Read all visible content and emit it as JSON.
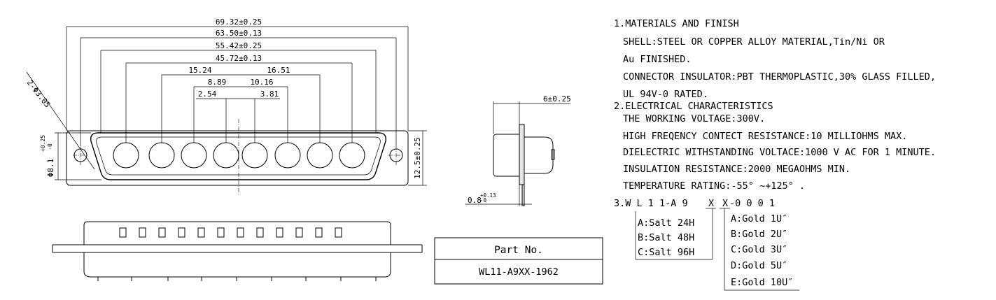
{
  "front_view": {
    "dims": {
      "overall": "69.32±0.25",
      "mount_holes": "63.50±0.13",
      "shell_outer": "55.42±0.25",
      "pin_span": "45.72±0.13",
      "left_far": "15.24",
      "right_far": "16.51",
      "left_mid": "8.89",
      "right_mid": "10.16",
      "left_near": "2.54",
      "right_near": "3.81",
      "hole_callout": "2-Φ3.05",
      "height": "12.5±0.25",
      "shell_height": "Φ8.1",
      "shell_height_tol_upper": "+0.25",
      "shell_height_tol_lower": "-0"
    }
  },
  "side_view": {
    "depth": "6±0.25",
    "flange_thickness": "0.8",
    "flange_tol_upper": "+0.13",
    "flange_tol_lower": "-0"
  },
  "part_table": {
    "header": "Part  No.",
    "value": "WL11-A9XX-1962"
  },
  "notes": {
    "line1": "1.MATERIALS AND  FINISH",
    "line2": "SHELL:STEEL OR COPPER ALLOY MATERIAL,Tin/Ni OR",
    "line3": "Au FINISHED.",
    "line4": "CONNECTOR INSULATOR:PBT THERMOPLASTIC,30% GLASS FILLED,",
    "line5": "UL 94V-0 RATED.",
    "line6": "2.ELECTRICAL CHARACTERISTICS",
    "line7": "THE WORKING VOLTAGE:300V.",
    "line8": "HIGH FREQENCY CONTECT RESISTANCE:10 MILLIOHMS MAX.",
    "line9": "DIELECTRIC WITHSTANDING VOLTACE:1000 V AC FOR 1 MINUTE.",
    "line10": "INSULATION RESISTANCE:2000 MEGAOHMS MIN.",
    "line11": "TEMPERATURE RATING:-55° ~+125° ."
  },
  "code": {
    "prefix": "3.W L 1 1-A 9",
    "x1": "X",
    "x2": "X",
    "suffix": "-0 0 0 1",
    "salt_options": [
      "A:Salt 24H",
      "B:Salt 48H",
      "C:Salt 96H"
    ],
    "gold_options": [
      "A:Gold 1U″",
      "B:Gold 2U″",
      "C:Gold 3U″",
      "D:Gold 5U″",
      "E:Gold 10U″"
    ]
  }
}
